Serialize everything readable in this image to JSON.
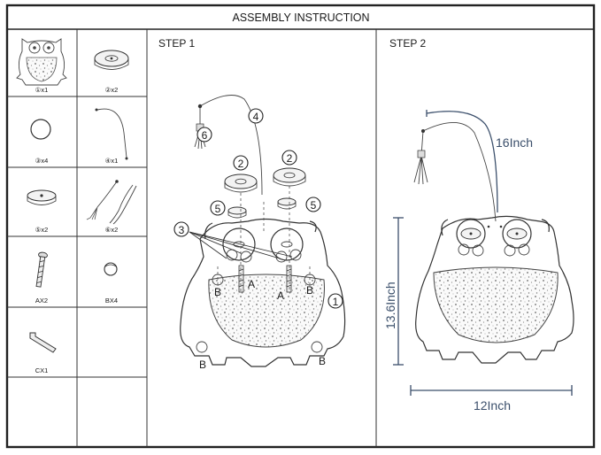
{
  "title": "ASSEMBLY INSTRUCTION",
  "steps": {
    "step1": "STEP 1",
    "step2": "STEP 2"
  },
  "parts": [
    {
      "id": "owl",
      "label": "①x1"
    },
    {
      "id": "cap",
      "label": "②x2"
    },
    {
      "id": "dot",
      "label": "③x4"
    },
    {
      "id": "wire",
      "label": "④x1"
    },
    {
      "id": "disc",
      "label": "⑤x2"
    },
    {
      "id": "tassel",
      "label": "⑥x2"
    },
    {
      "id": "screw",
      "label": "AX2"
    },
    {
      "id": "bead",
      "label": "BX4"
    },
    {
      "id": "key",
      "label": "CX1"
    }
  ],
  "step1_callouts": {
    "c1": "1",
    "c2a": "2",
    "c2b": "2",
    "c3": "3",
    "c4": "4",
    "c5a": "5",
    "c5b": "5",
    "c6": "6",
    "a1": "A",
    "a2": "A",
    "b1": "B",
    "b2": "B",
    "b3": "B",
    "b4": "B"
  },
  "step2_dimensions": {
    "wire_length": "16Inch",
    "height": "13.6Inch",
    "width": "12Inch"
  },
  "colors": {
    "frame": "#222222",
    "dimension": "#3b4f6b"
  }
}
